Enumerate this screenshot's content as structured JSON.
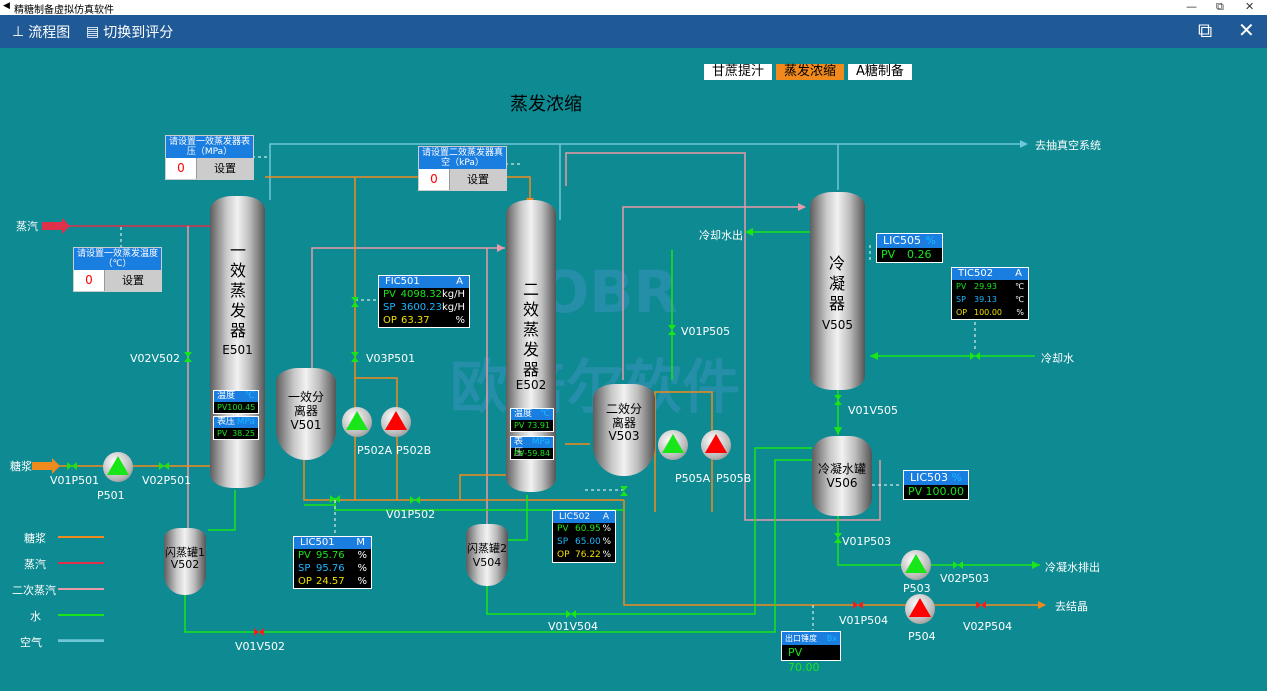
{
  "window": {
    "title": "精糖制备虚拟仿真软件",
    "controls": [
      "—",
      "⧉",
      "✕"
    ]
  },
  "appbar": {
    "flow_label": "流程图",
    "switch_label": "切换到评分"
  },
  "tabs": [
    {
      "label": "甘蔗提汁",
      "active": false
    },
    {
      "label": "蒸发浓缩",
      "active": true
    },
    {
      "label": "A糖制备",
      "active": false
    }
  ],
  "page_title": "蒸发浓缩",
  "watermark": {
    "brand": "OBR",
    "cn": "欧倍尔软件"
  },
  "setpoints": [
    {
      "title": "请设置一效蒸发器表压（MPa）",
      "value": "0",
      "button": "设置"
    },
    {
      "title": "请设置二效蒸发器真空（kPa）",
      "value": "0",
      "button": "设置"
    },
    {
      "title": "请设置一效蒸发温度（℃）",
      "value": "0",
      "button": "设置"
    }
  ],
  "equipment": {
    "e501_name": "一效蒸发器",
    "e501_tag": "E501",
    "e502_name": "二效蒸发器",
    "e502_tag": "E502",
    "v501_name": "一效分离器",
    "v501_tag": "V501",
    "v503_name": "二效分离器",
    "v503_tag": "V503",
    "v505_name": "冷凝器",
    "v505_tag": "V505",
    "v506_name": "冷凝水罐",
    "v506_tag": "V506",
    "v502_name": "闪蒸罐1",
    "v502_tag": "V502",
    "v504_name": "闪蒸罐2",
    "v504_tag": "V504"
  },
  "panels": {
    "fic501": {
      "tag": "FIC501",
      "mode": "A",
      "pv": "4098.32",
      "sp": "3600.23",
      "op": "63.37",
      "unit_pv": "kg/H",
      "unit_sp": "kg/H",
      "unit_op": "%"
    },
    "lic501": {
      "tag": "LIC501",
      "mode": "M",
      "pv": "95.76",
      "sp": "95.76",
      "op": "24.57",
      "unit": "%"
    },
    "lic502": {
      "tag": "LIC502",
      "mode": "A",
      "pv": "60.95",
      "sp": "65.00",
      "op": "76.22",
      "unit": "%"
    },
    "lic505": {
      "tag": "LIC505",
      "unit": "%",
      "pv": "0.26"
    },
    "tic502": {
      "tag": "TIC502",
      "mode": "A",
      "pv": "29.93",
      "sp": "39.13",
      "op": "100.00",
      "unit_t": "℃",
      "unit_op": "%"
    },
    "lic503": {
      "tag": "LIC503",
      "unit": "%",
      "pv": "100.00"
    },
    "e501_temp": {
      "label": "温度",
      "unit": "℃",
      "pv": "100.45"
    },
    "e501_press": {
      "label": "表压",
      "unit": "MPa",
      "pv": "38.25"
    },
    "e502_temp": {
      "label": "温度",
      "unit": "℃",
      "pv": "73.91"
    },
    "e502_press": {
      "label": "表压",
      "unit": "MPa",
      "pv": "-59.84"
    },
    "outlet": {
      "label": "出口锤度",
      "unit": "Bx",
      "pv": "70.00"
    }
  },
  "labels": {
    "steam": "蒸汽",
    "syrup": "糖浆",
    "vacuum": "去抽真空系统",
    "cw_out": "冷却水出",
    "cw_in": "冷却水",
    "condensate": "冷凝水排出",
    "crystal": "去结晶",
    "v02v502": "V02V502",
    "v01p501": "V01P501",
    "p501": "P501",
    "v02p501": "V02P501",
    "v03p501": "V03P501",
    "p502a": "P502A",
    "p502b": "P502B",
    "v01p502": "V01P502",
    "v01p505": "V01P505",
    "p505a": "P505A",
    "p505b": "P505B",
    "v01v505": "V01V505",
    "v01p503": "V01P503",
    "p503": "P503",
    "v02p503": "V02P503",
    "v01p504": "V01P504",
    "p504": "P504",
    "v02p504": "V02P504",
    "v01v504": "V01V504",
    "v01v502": "V01V502",
    "pv": "PV",
    "sp": "SP",
    "op": "OP"
  },
  "legend": [
    {
      "label": "糖浆",
      "color": "#f08a1c"
    },
    {
      "label": "蒸汽",
      "color": "#e0304a"
    },
    {
      "label": "二次蒸汽",
      "color": "#e89aa8"
    },
    {
      "label": "水",
      "color": "#19e619"
    },
    {
      "label": "空气",
      "color": "#6ec8d8"
    }
  ],
  "colors": {
    "background": "#0e8a92",
    "appbar": "#1f5a96",
    "syrup": "#f08a1c",
    "steam": "#e0304a",
    "secondary_steam": "#e89aa8",
    "water": "#19e619",
    "air": "#6ec8d8"
  }
}
